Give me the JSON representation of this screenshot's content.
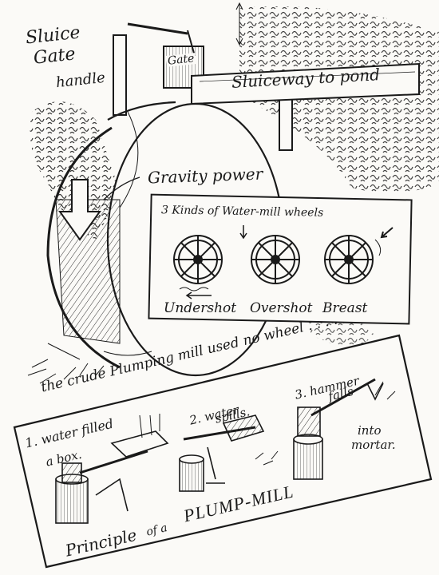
{
  "labels": {
    "sluice_gate_1": "Sluice",
    "sluice_gate_2": "Gate",
    "handle": "handle",
    "gate": "Gate",
    "sluiceway": "Sluiceway to pond",
    "gravity": "Gravity power"
  },
  "wheels_panel": {
    "title": "3 Kinds of Water-mill wheels",
    "undershot": "Undershot",
    "overshot": "Overshot",
    "breast": "Breast"
  },
  "plump_panel": {
    "intro": "the crude Plumping mill used no wheel . . . .",
    "step1_a": "1. water filled",
    "step1_b": "a box.",
    "step2_a": "2. water",
    "step2_b": "spills.",
    "step3_a": "3. hammer",
    "step3_b": "falls",
    "step3_c": "into",
    "step3_d": "mortar.",
    "caption_principle": "Principle",
    "caption_of": "of a",
    "caption_title": "PLUMP-MILL"
  }
}
